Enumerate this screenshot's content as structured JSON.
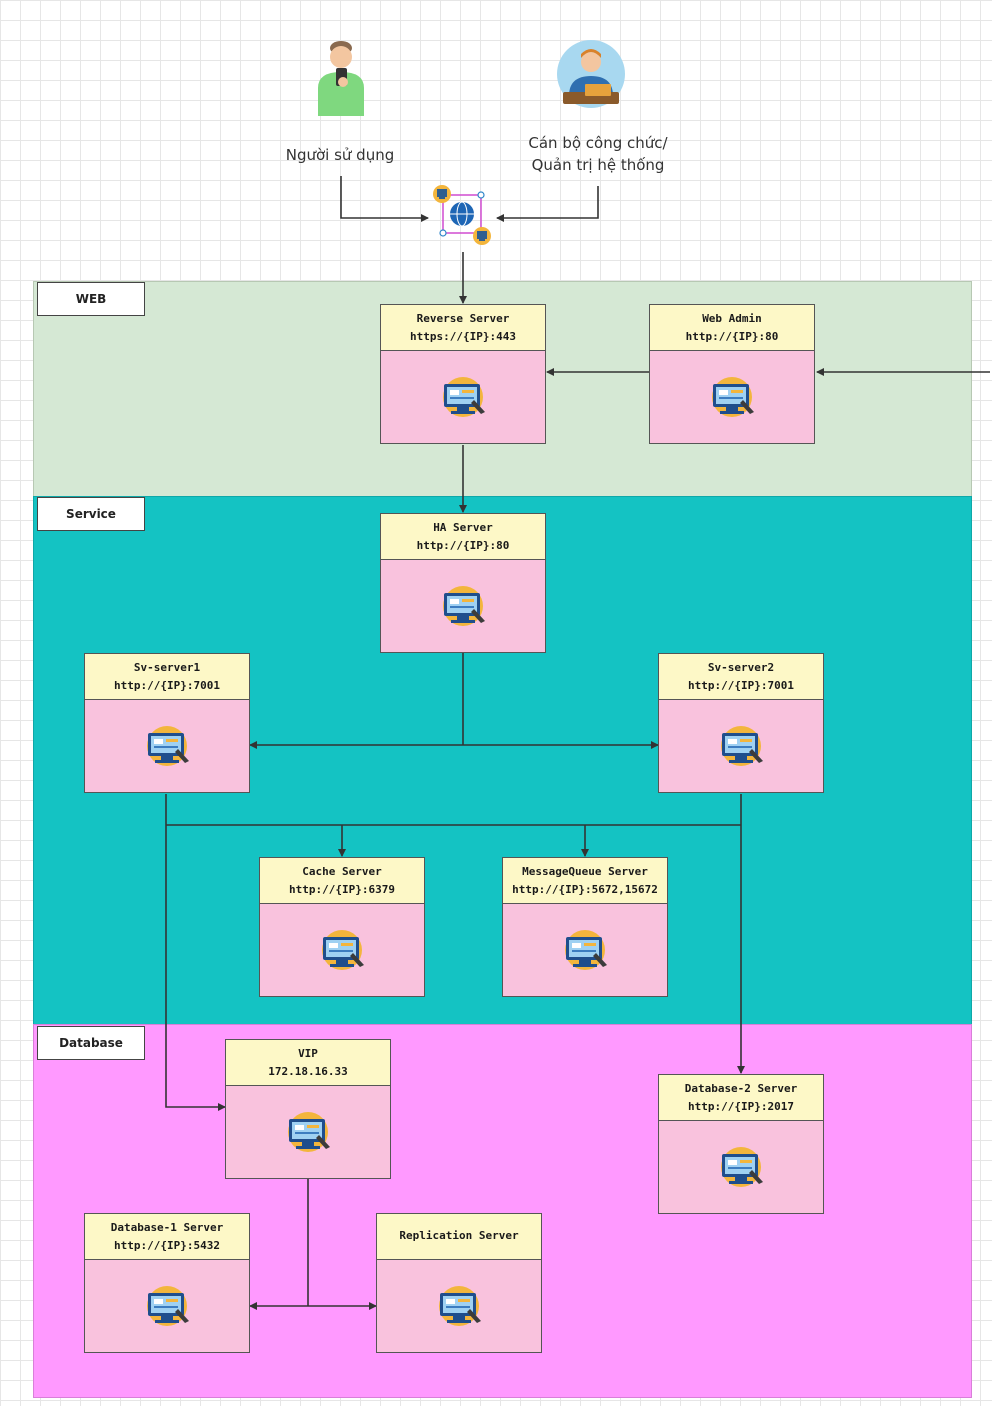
{
  "actors": {
    "user": {
      "label": "Người sử dụng",
      "icon": "user-with-phone-icon"
    },
    "admin": {
      "line1": "Cán bộ công chức/",
      "line2": "Quản trị hệ thống",
      "icon": "admin-at-laptop-icon"
    }
  },
  "network_icon": "network-globe-icon",
  "zones": {
    "web": {
      "label": "WEB",
      "color": "#d5e8d4"
    },
    "service": {
      "label": "Service",
      "color": "#14c3c3"
    },
    "database": {
      "label": "Database",
      "color": "#ff99ff"
    }
  },
  "nodes": {
    "reverse": {
      "line1": "Reverse Server",
      "line2": "https://{IP}:443"
    },
    "webadmin": {
      "line1": "Web Admin",
      "line2": "http://{IP}:80"
    },
    "ha": {
      "line1": "HA Server",
      "line2": "http://{IP}:80"
    },
    "sv1": {
      "line1": "Sv-server1",
      "line2": "http://{IP}:7001"
    },
    "sv2": {
      "line1": "Sv-server2",
      "line2": "http://{IP}:7001"
    },
    "cache": {
      "line1": "Cache Server",
      "line2": "http://{IP}:6379"
    },
    "mq": {
      "line1": "MessageQueue Server",
      "line2": "http://{IP}:5672,15672"
    },
    "vip": {
      "line1": "VIP",
      "line2": "172.18.16.33"
    },
    "db2": {
      "line1": "Database-2 Server",
      "line2": "http://{IP}:2017"
    },
    "db1": {
      "line1": "Database-1 Server",
      "line2": "http://{IP}:5432"
    },
    "replication": {
      "line1": "Replication Server",
      "line2": ""
    }
  },
  "colors": {
    "node_header": "#fdf8c7",
    "node_body": "#f9c2dd",
    "connector": "#333333"
  }
}
